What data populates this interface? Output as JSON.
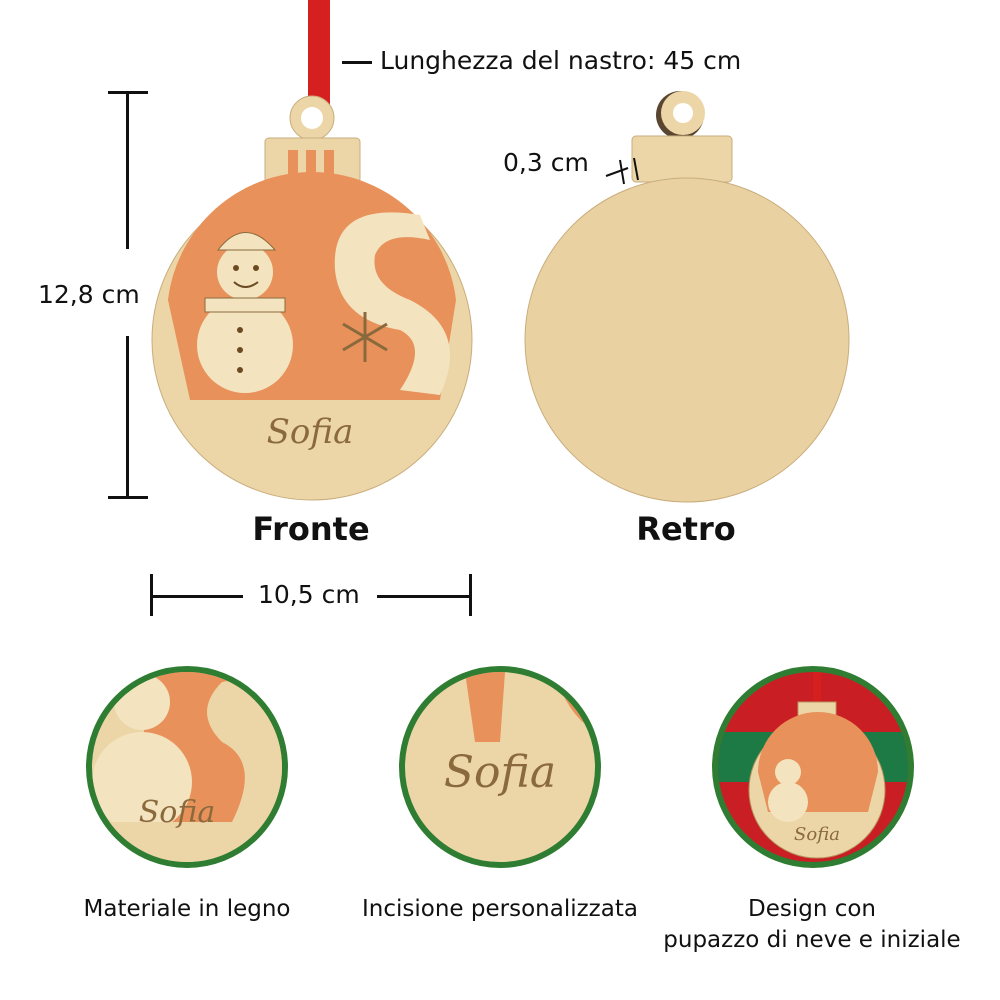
{
  "ribbon_label": "Lunghezza del nastro: 45 cm",
  "height_label": "12,8 cm",
  "width_label": "10,5 cm",
  "thickness_label": "0,3 cm",
  "front_title": "Fronte",
  "back_title": "Retro",
  "engraved_name": "Sofia",
  "features": [
    {
      "caption": "Materiale in legno"
    },
    {
      "caption": "Incisione personalizzata"
    },
    {
      "caption_line1": "Design con",
      "caption_line2": "pupazzo di neve e iniziale"
    }
  ],
  "colors": {
    "wood": "#ecd6a8",
    "orange": "#e8915a",
    "ribbon": "#d61f1f",
    "border_green": "#2f7d32"
  }
}
